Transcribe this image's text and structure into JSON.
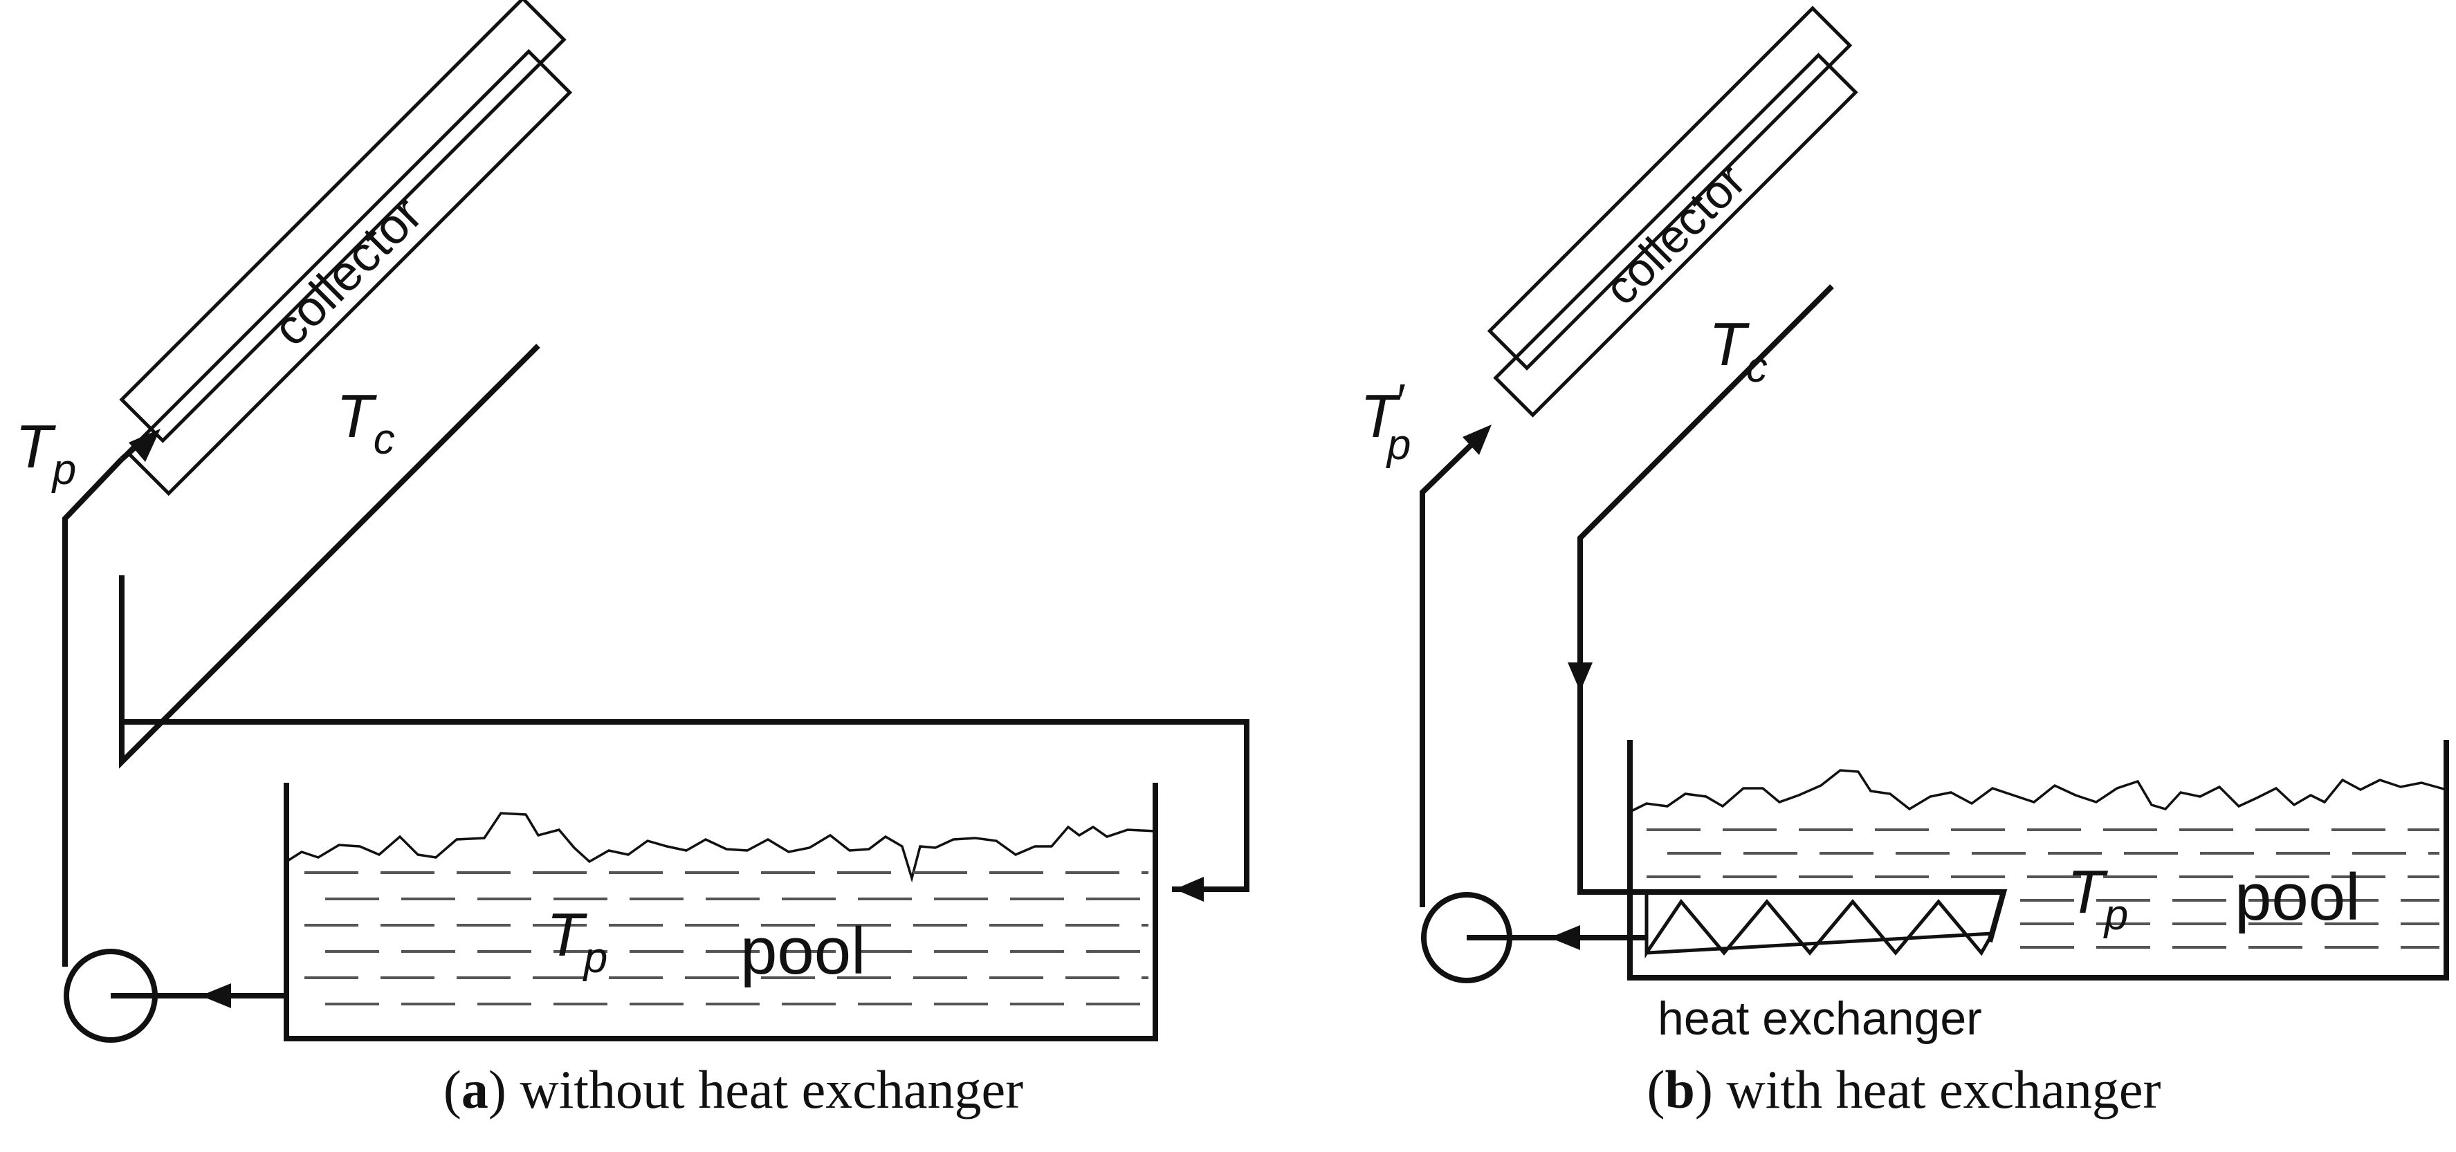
{
  "panel_a": {
    "collector_label": "collector",
    "inlet_temp_label": "T",
    "inlet_temp_sub": "p",
    "outlet_temp_label": "T",
    "outlet_temp_sub": "c",
    "pool_temp_label": "T",
    "pool_temp_sub": "p",
    "pool_label": "pool",
    "caption_letter": "a",
    "caption_text": "without heat exchanger"
  },
  "panel_b": {
    "collector_label": "collector",
    "inlet_temp_label": "T",
    "inlet_temp_prime": "′",
    "inlet_temp_sub": "p",
    "outlet_temp_label": "T",
    "outlet_temp_sub": "c",
    "pool_temp_label": "T",
    "pool_temp_sub": "p",
    "pool_label": "pool",
    "heat_exchanger_label": "heat exchanger",
    "caption_letter": "b",
    "caption_text": "with heat exchanger"
  }
}
